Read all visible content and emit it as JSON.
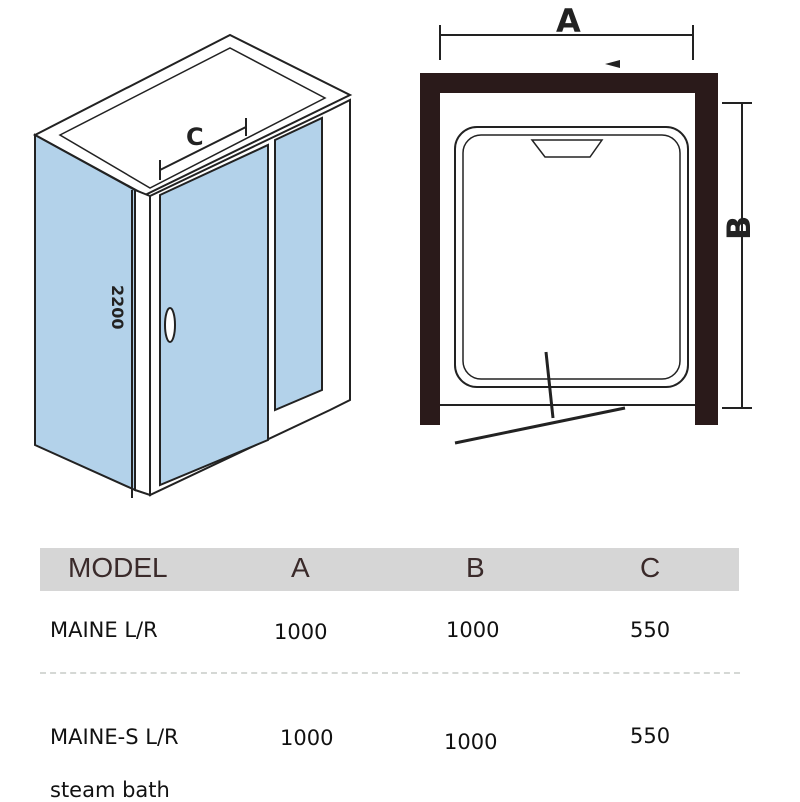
{
  "diagram": {
    "labels": {
      "a": "A",
      "b": "B",
      "c": "C",
      "height": "2200"
    }
  },
  "table": {
    "headers": [
      "MODEL",
      "A",
      "B",
      "C"
    ],
    "rows": [
      {
        "model": "MAINE L/R",
        "a": "1000",
        "b": "1000",
        "c": "550"
      },
      {
        "model": "MAINE-S L/R",
        "a": "1000",
        "b": "1000",
        "c": "550",
        "note": "steam bath"
      }
    ]
  },
  "colors": {
    "glass": "#b3d2ea",
    "frame": "#2a1a1a",
    "header_bg": "#d6d6d6"
  }
}
